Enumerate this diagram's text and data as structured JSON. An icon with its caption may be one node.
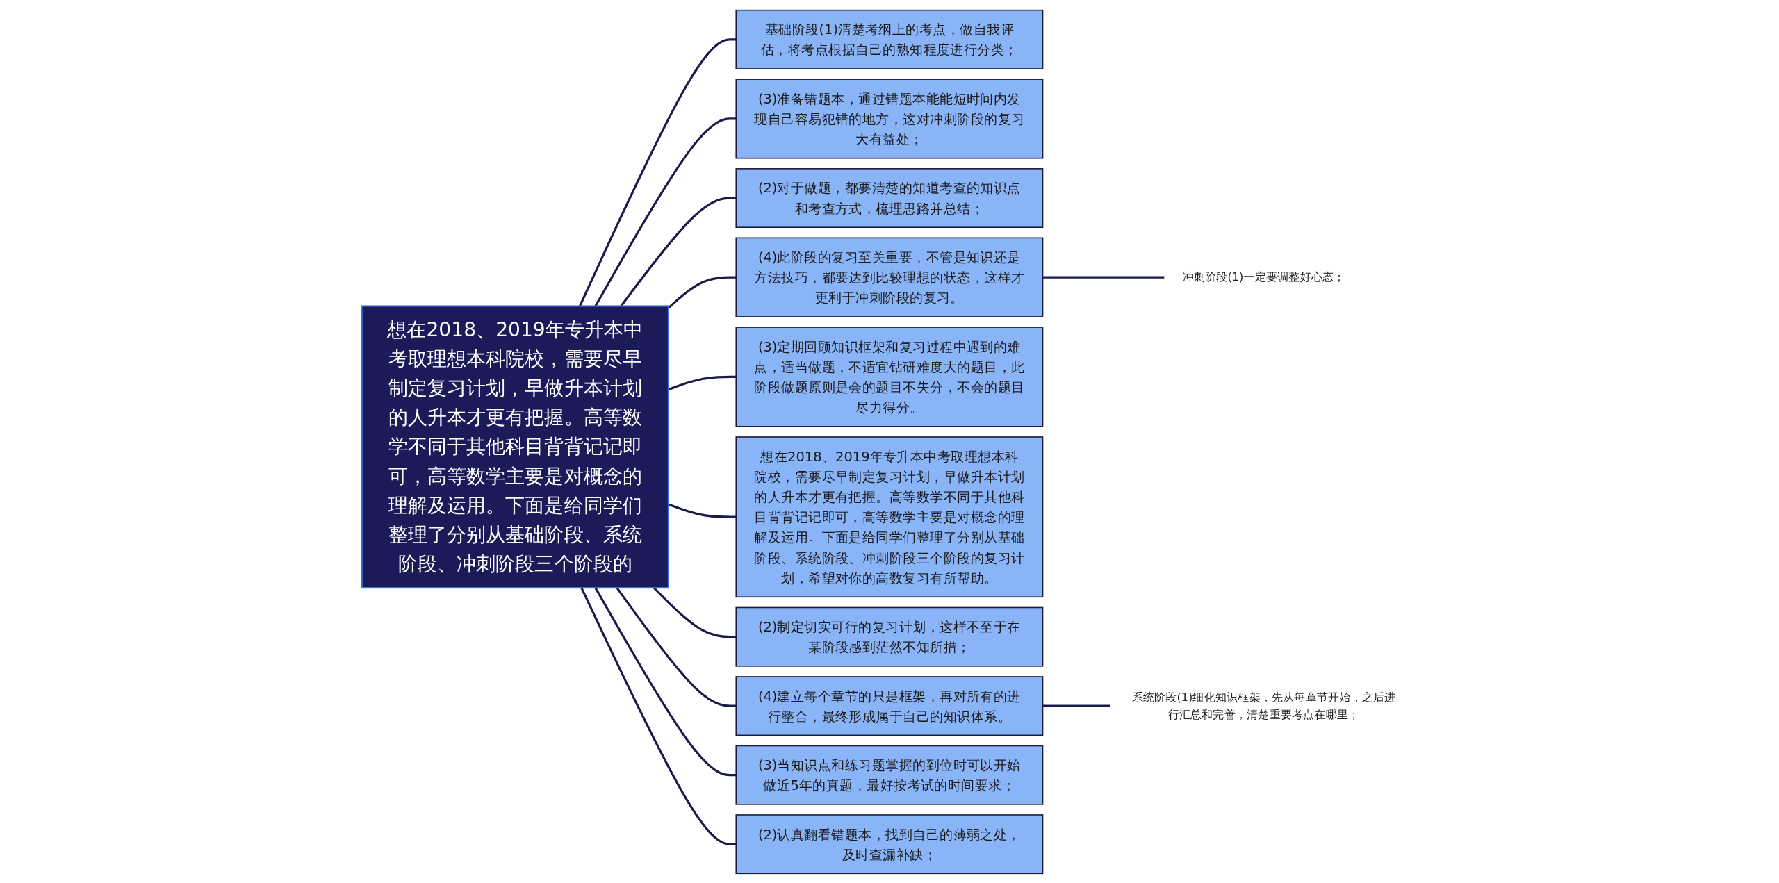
{
  "diagram": {
    "nodes": [
      {
        "text": [
          "想在2018、2019年专升本中考取理想本科院校，需要尽早制定复习计划，早做升本计划的人升本才更有把握。高等数学不同于其他科目背背记记即可，高等数学主要是对概念的理解及运用。下面是给同学们整理了分别从基础阶段、系统阶段、冲刺阶段三个阶段的"
        ]
      },
      {
        "text": [
          "基础阶段(1)清楚考纲上的考点，做自我评估，将考点根据自己的熟知程度进行分类；"
        ]
      },
      {
        "text": [
          "(3)准备错题本，通过错题本能能短时间内发现自己容易犯错的地方，这对冲刺阶段的复习大有益处；"
        ]
      },
      {
        "text": [
          "(2)对于做题，都要清楚的知道考查的知识点和考查方式，梳理思路并总结；"
        ]
      },
      {
        "text": [
          "(4)此阶段的复习至关重要，不管是知识还是方法技巧，都要达到比较理想的状态，这样才更利于冲刺阶段的复习。"
        ]
      },
      {
        "text": [
          "(3)定期回顾知识框架和复习过程中遇到的难点，适当做题，不适宜钻研难度大的题目，此阶段做题原则是会的题目不失分，不会的题目尽力得分。"
        ]
      },
      {
        "text": [
          "想在2018、2019年专升本中考取理想本科院校，需要尽早制定复习计划，早做升本计划的人升本才更有把握。高等数学不同于其他科目背背记记即可，高等数学主要是对概念的理解及运用。下面是给同学们整理了分别从基础阶段、系统阶段、冲刺阶段三个阶段的复习计划，希望对你的高数复习有所帮助。"
        ]
      },
      {
        "text": [
          "(2)制定切实可行的复习计划，这样不至于在某阶段感到茫然不知所措；"
        ]
      },
      {
        "text": [
          "(4)建立每个章节的只是框架，再对所有的进行整合，最终形成属于自己的知识体系。"
        ]
      },
      {
        "text": [
          "(3)当知识点和练习题掌握的到位时可以开始做近5年的真题，最好按考试的时间要求；"
        ]
      },
      {
        "text": [
          "(2)认真翻看错题本，找到自己的薄弱之处，及时查漏补缺；"
        ]
      },
      {
        "text": [
          "冲刺阶段(1)一定要调整好心态；"
        ]
      },
      {
        "text": [
          "系统阶段(1)细化知识框架，先从每章节开始，之后进行汇总和完善，清楚重要考点在哪里；"
        ]
      }
    ],
    "edges": [
      {
        "from": 0,
        "to": 1,
        "arrow": "none"
      },
      {
        "from": 0,
        "to": 2,
        "arrow": "none"
      },
      {
        "from": 0,
        "to": 3,
        "arrow": "none"
      },
      {
        "from": 0,
        "to": 4,
        "arrow": "none"
      },
      {
        "from": 0,
        "to": 5,
        "arrow": "none"
      },
      {
        "from": 0,
        "to": 6,
        "arrow": "none"
      },
      {
        "from": 0,
        "to": 7,
        "arrow": "none"
      },
      {
        "from": 0,
        "to": 8,
        "arrow": "none"
      },
      {
        "from": 0,
        "to": 9,
        "arrow": "none"
      },
      {
        "from": 0,
        "to": 10,
        "arrow": "none"
      },
      {
        "from": 4,
        "to": 11,
        "arrow": "none"
      },
      {
        "from": 8,
        "to": 12,
        "arrow": "none"
      }
    ]
  }
}
